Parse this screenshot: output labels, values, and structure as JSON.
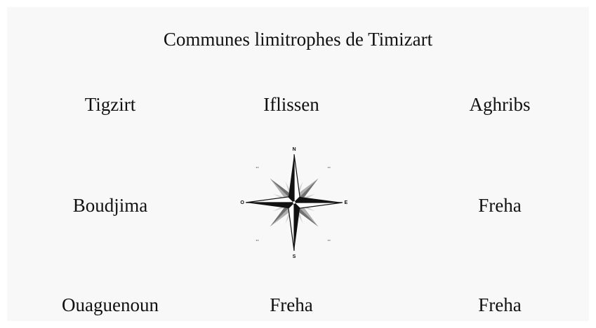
{
  "title": "Communes limitrophes de Timizart",
  "neighbors": {
    "northwest": "Tigzirt",
    "north": "Iflissen",
    "northeast": "Aghribs",
    "west": "Boudjima",
    "east": "Freha",
    "southwest": "Ouaguenoun",
    "south": "Freha",
    "southeast": "Freha"
  },
  "compass": {
    "icon": "compass-rose-icon",
    "labels": {
      "north": "N",
      "east": "E",
      "south": "S",
      "west": "O"
    }
  },
  "colors": {
    "background": "#ffffff",
    "panel": "#f8f8f8",
    "text": "#111111",
    "rose_dark": "#111111",
    "rose_light": "#9a9a9a"
  }
}
